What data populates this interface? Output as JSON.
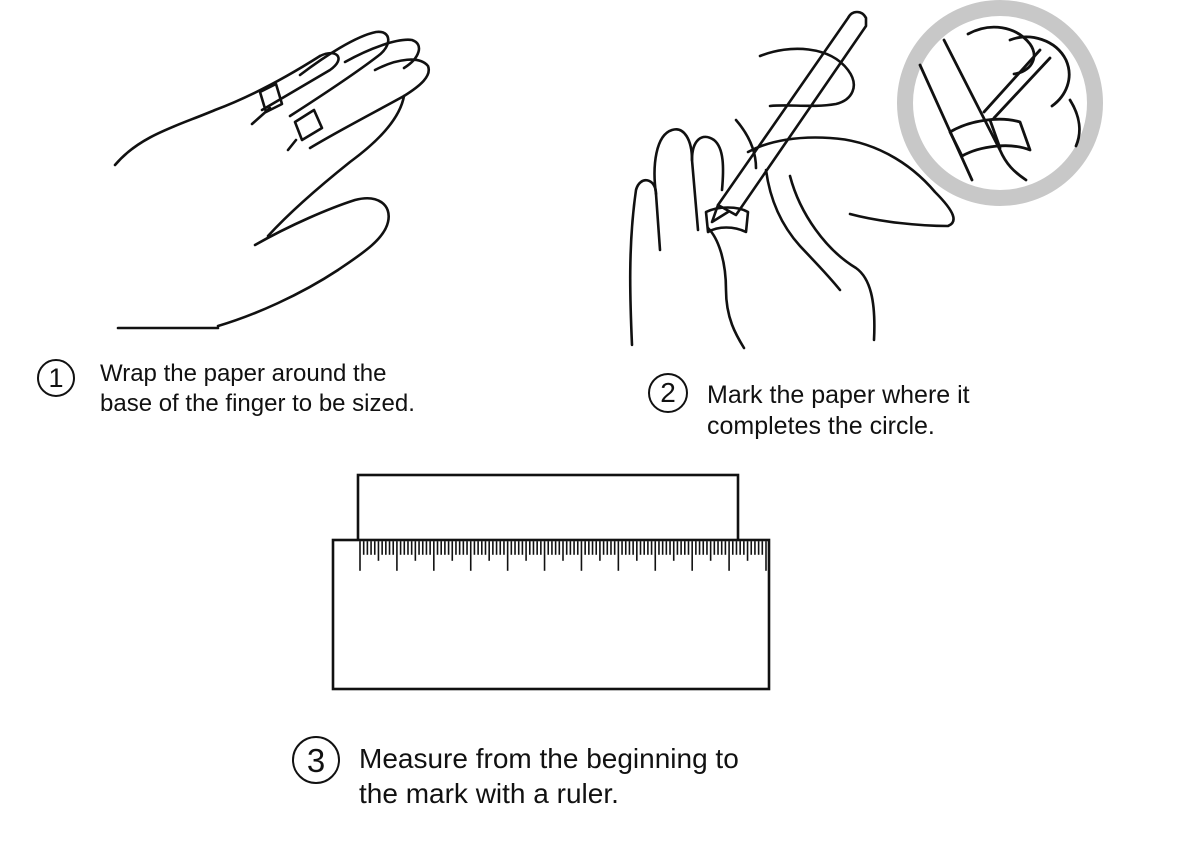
{
  "steps": [
    {
      "number": "1",
      "lines": [
        "Wrap the paper around the",
        "base of the finger to be sized."
      ]
    },
    {
      "number": "2",
      "lines": [
        "Mark the paper where it",
        "completes the circle."
      ]
    },
    {
      "number": "3",
      "lines": [
        "Measure from the beginning to",
        "the mark with a ruler."
      ]
    }
  ],
  "colors": {
    "line": "#111111",
    "magnifier_ring": "#c8c8c8",
    "background": "#ffffff"
  },
  "ruler": {
    "tick_count": 110,
    "major_every": 10,
    "medium_every": 5
  }
}
